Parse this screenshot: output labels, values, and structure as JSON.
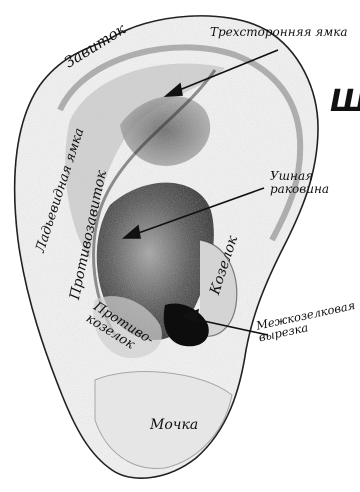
{
  "diagram": {
    "labels": {
      "helix": "Завиток",
      "triangular_fossa": "Трехсторонняя ямка",
      "scaphoid_fossa": "Ладьевидная ямка",
      "antihelix": "Противозавиток",
      "concha": "Ушная раковина",
      "tragus": "Козелок",
      "antitragus": "Противо-козелок",
      "intertragic_notch": "Межкозелковая вырезка",
      "lobule": "Мочка"
    },
    "fragment_letter": "Ш",
    "colors": {
      "ink": "#111111",
      "shade_dark": "#2a2a2a",
      "shade_mid": "#7a7a7a",
      "shade_light": "#c8c8c8",
      "background": "#ffffff"
    }
  }
}
